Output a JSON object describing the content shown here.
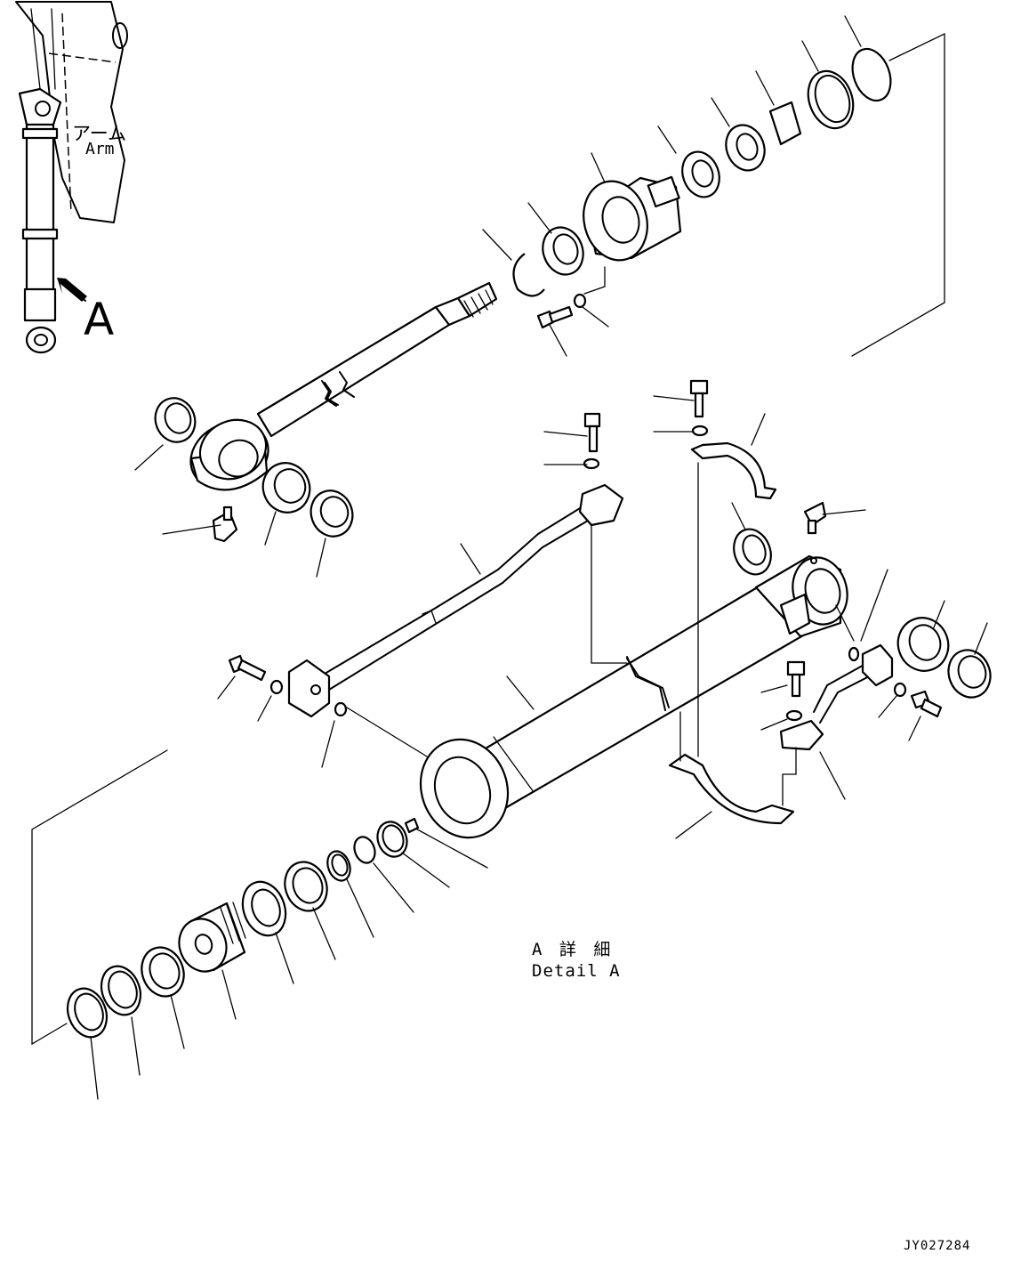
{
  "labels": {
    "detail_jp": "A 詳 細",
    "detail_en": "Detail A",
    "view_letter": "A",
    "arm_jp": "アーム",
    "arm_en": "Arm",
    "drawing_code": "JY027284"
  },
  "colors": {
    "line": "#000000",
    "background": "#ffffff"
  }
}
